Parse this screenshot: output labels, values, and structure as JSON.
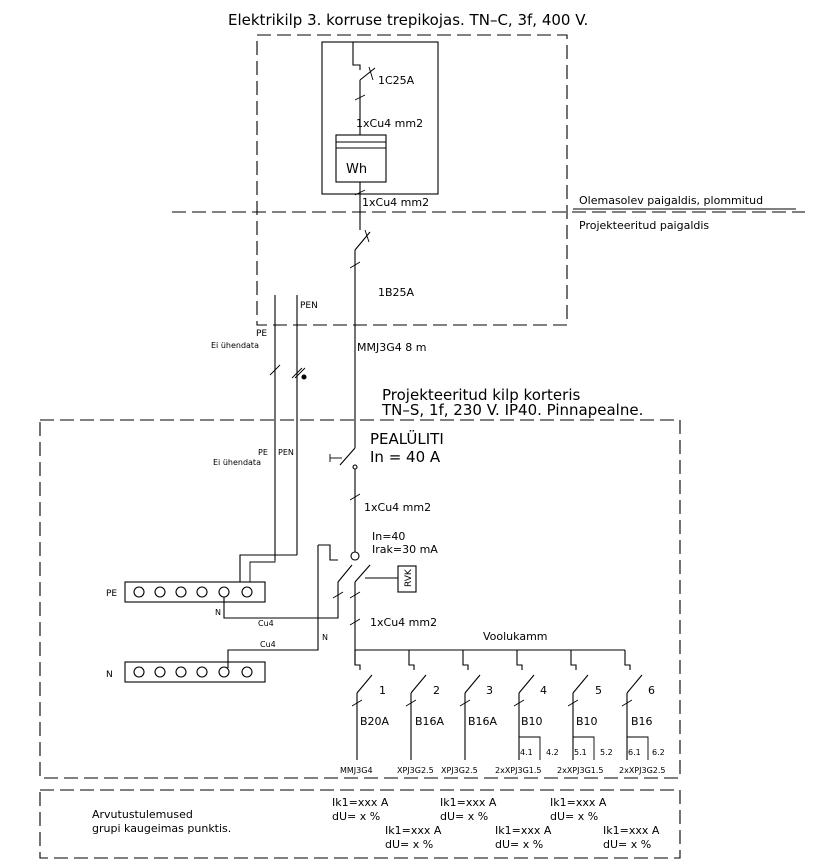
{
  "top_panel": {
    "title": "Elektrikilp 3. korruse trepikojas. TN–C, 3f, 400 V.",
    "breaker_1": "1C25A",
    "cable_1": "1xCu4 mm2",
    "meter": "Wh",
    "cable_2": "1xCu4 mm2",
    "breaker_2": "1B25A",
    "pen_label": "PEN",
    "pe_label": "PE",
    "not_connected": "Ei ühendata"
  },
  "boundary": {
    "existing": "Olemasolev paigaldis, plommitud",
    "designed": "Projekteeritud paigaldis"
  },
  "feed_cable": "MMJ3G4 8 m",
  "apartment_panel": {
    "title_line1": "Projekteeritud kilp korteris",
    "title_line2": "TN–S, 1f, 230 V. IP40. Pinnapealne.",
    "main_switch": "PEALÜLITI",
    "main_switch_rating": "In = 40 A",
    "cable_after_switch": "1xCu4 mm2",
    "rcd_in": "In=40",
    "rcd_irak": "Irak=30 mA",
    "rvk": "RVK",
    "cable_after_rcd": "1xCu4 mm2",
    "busbar": "Voolukamm",
    "pe_label_lower": "PE",
    "pen_label_lower": "PEN",
    "not_connected_lower": "Ei ühendata",
    "pe_bar_label": "PE",
    "n_bar_label": "N",
    "n_wire_label_1": "N",
    "n_wire_label_2": "N",
    "cu4_label_1": "Cu4",
    "cu4_label_2": "Cu4"
  },
  "circuits": [
    {
      "number": "1",
      "breaker": "B20A",
      "cable": "MMJ3G4",
      "subs": []
    },
    {
      "number": "2",
      "breaker": "B16A",
      "cable": "XPJ3G2.5",
      "subs": []
    },
    {
      "number": "3",
      "breaker": "B16A",
      "cable": "XPJ3G2.5",
      "subs": []
    },
    {
      "number": "4",
      "breaker": "B10",
      "cable": "2xXPJ3G1.5",
      "subs": [
        "4.1",
        "4.2"
      ]
    },
    {
      "number": "5",
      "breaker": "B10",
      "cable": "2xXPJ3G1.5",
      "subs": [
        "5.1",
        "5.2"
      ]
    },
    {
      "number": "6",
      "breaker": "B16",
      "cable": "2xXPJ3G2.5",
      "subs": [
        "6.1",
        "6.2"
      ]
    }
  ],
  "results": {
    "title_line1": "Arvutustulemused",
    "title_line2": "grupi kaugeimas punktis.",
    "ik": "Ik1=xxx A",
    "du": "dU= x %"
  }
}
